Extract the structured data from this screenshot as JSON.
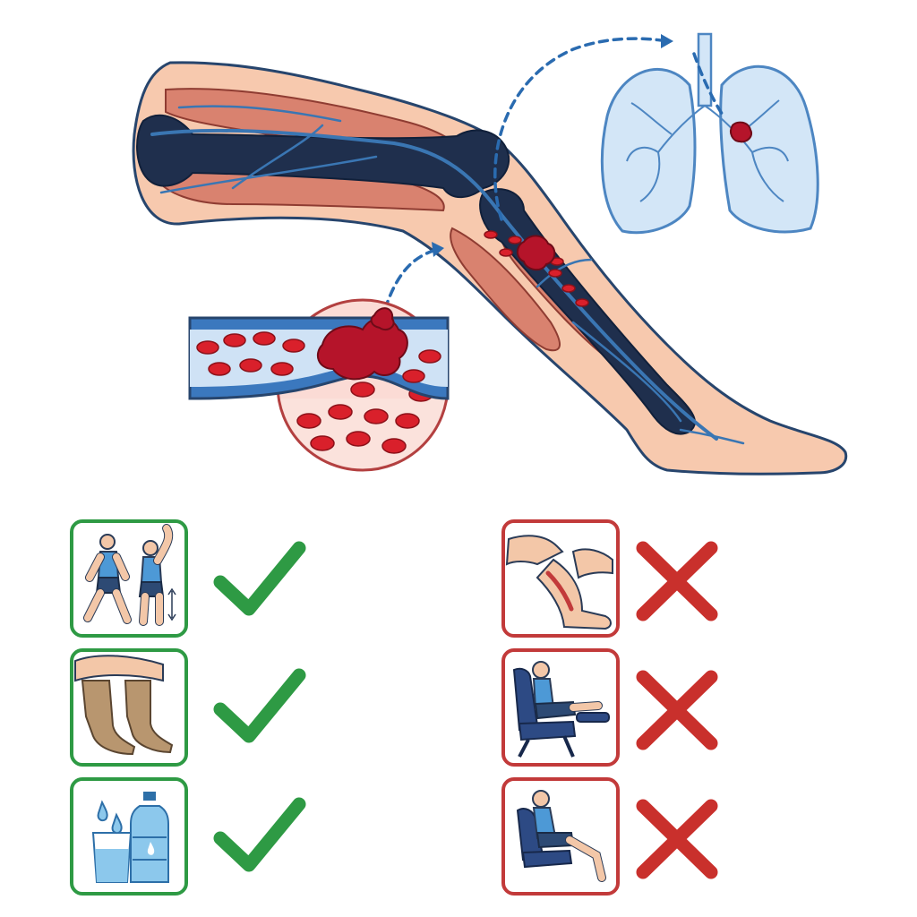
{
  "diagram": {
    "title": "",
    "colors": {
      "do_border": "#2e9a44",
      "dont_border": "#c23a3a",
      "check_mark": "#2e9a44",
      "cross_mark": "#c9302c",
      "vein": "#3a76b3",
      "blood_cell": "#d9202b",
      "clot": "#b5142a",
      "lung": "#d3e6f7",
      "arrow": "#2a6bb0"
    },
    "illustration": {
      "leg": "leg-anatomy-illustration",
      "vein_inset": "vein-cross-section-with-clot",
      "lungs": "lungs-with-embolus",
      "flow_arrows": [
        "arrow-clot-to-leg-vein",
        "arrow-leg-to-lungs"
      ]
    },
    "do_items": [
      {
        "icon": "exercise-walking-stretching-icon",
        "mark": "check-icon"
      },
      {
        "icon": "compression-stockings-icon",
        "mark": "check-icon"
      },
      {
        "icon": "hydration-water-icon",
        "mark": "check-icon"
      }
    ],
    "dont_items": [
      {
        "icon": "leg-massage-icon",
        "mark": "cross-icon"
      },
      {
        "icon": "seated-leg-raised-icon",
        "mark": "cross-icon"
      },
      {
        "icon": "prolonged-sitting-icon",
        "mark": "cross-icon"
      }
    ]
  }
}
